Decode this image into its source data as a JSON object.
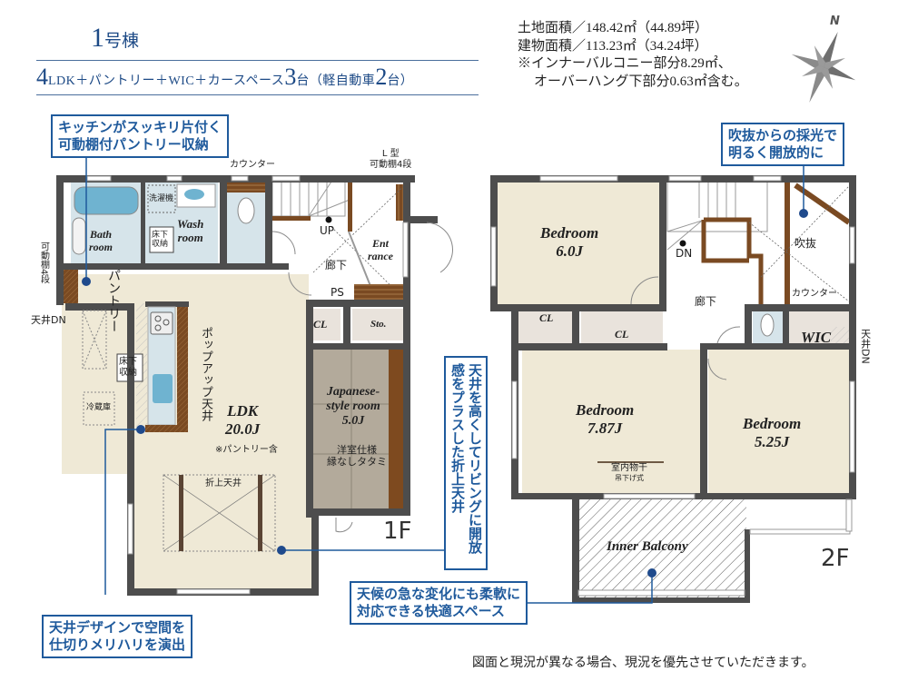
{
  "header": {
    "building_number": "1",
    "building_suffix": "号棟",
    "layout_spec": {
      "rooms_num": "4",
      "rooms_text": "LDK＋パントリー＋WIC＋カースペース",
      "car_num": "3",
      "car_unit": "台",
      "kei_prefix": "（軽自動車",
      "kei_num": "2",
      "kei_suffix": "台）"
    }
  },
  "areas": {
    "land": "土地面積／148.42㎡（44.89坪）",
    "building": "建物面積／113.23㎡（34.24坪）",
    "note_line1": "※インナーバルコニー部分8.29㎡、",
    "note_line2": "オーバーハング下部分0.63㎡含む。"
  },
  "compass": {
    "icon": "compass-rose-icon",
    "north_label": "N"
  },
  "colors": {
    "accent_blue": "#1f5a9c",
    "title_blue": "#1d4a86",
    "wall": "#4d4d4d",
    "floor_cream": "#efe9d6",
    "wet_area": "#d6e4ea",
    "tatami": "#b3aa9b",
    "wood": "#7a4a22",
    "storage": "#e9e3dc"
  },
  "floor1": {
    "label": "1F",
    "rooms": {
      "bath": [
        "Bath",
        "room"
      ],
      "wash": [
        "Wash",
        "room"
      ],
      "ldk_name": "LDK",
      "ldk_size": "20.0J",
      "ldk_note": "※パントリー含",
      "japanese": [
        "Japanese-",
        "style room",
        "5.0J"
      ],
      "japanese_note1": "洋室仕様",
      "japanese_note2": "縁なしタタミ",
      "entrance": [
        "Ent",
        "rance"
      ],
      "closet": "CL",
      "storage": "Sto."
    },
    "labels": {
      "counter": "カウンター",
      "l_shelf_1": "L 型",
      "l_shelf_2": "可動棚4段",
      "washer": "洗濯機",
      "underfloor": [
        "床下",
        "収納"
      ],
      "underfloor_kitchen": [
        "床下",
        "収納"
      ],
      "up": "UP",
      "hallway": "廊下",
      "ps": "PS",
      "pantry": "パントリー",
      "movable_shelf": "可動棚4段",
      "ceiling_down": "天井DN",
      "popup_ceiling": "ポップアップ天井",
      "fridge": "冷蔵庫",
      "raised_ceiling": "折上天井"
    }
  },
  "floor2": {
    "label": "2F",
    "rooms": {
      "bed1": [
        "Bedroom",
        "6.0J"
      ],
      "bed2": [
        "Bedroom",
        "7.87J"
      ],
      "bed3": [
        "Bedroom",
        "5.25J"
      ],
      "wic": "WIC",
      "closet": "CL",
      "balcony": "Inner Balcony"
    },
    "labels": {
      "dn": "DN",
      "void": "吹抜",
      "hallway": "廊下",
      "counter": "カウンター",
      "ceiling_down": "天井DN",
      "drying1": "室内物干",
      "drying2": "吊下げ式"
    }
  },
  "callouts": {
    "pantry": [
      "キッチンがスッキリ片付く",
      "可動棚付パントリー収納"
    ],
    "void": [
      "吹抜からの採光で",
      "明るく開放的に"
    ],
    "ceiling": "天井を高くしてリビングに開放感をプラスした折上天井",
    "ceiling_design": [
      "天井デザインで空間を",
      "仕切りメリハリを演出"
    ],
    "balcony": [
      "天候の急な変化にも柔軟に",
      "対応できる快適スペース"
    ]
  },
  "disclaimer": "図面と現況が異なる場合、現況を優先させていただきます。"
}
